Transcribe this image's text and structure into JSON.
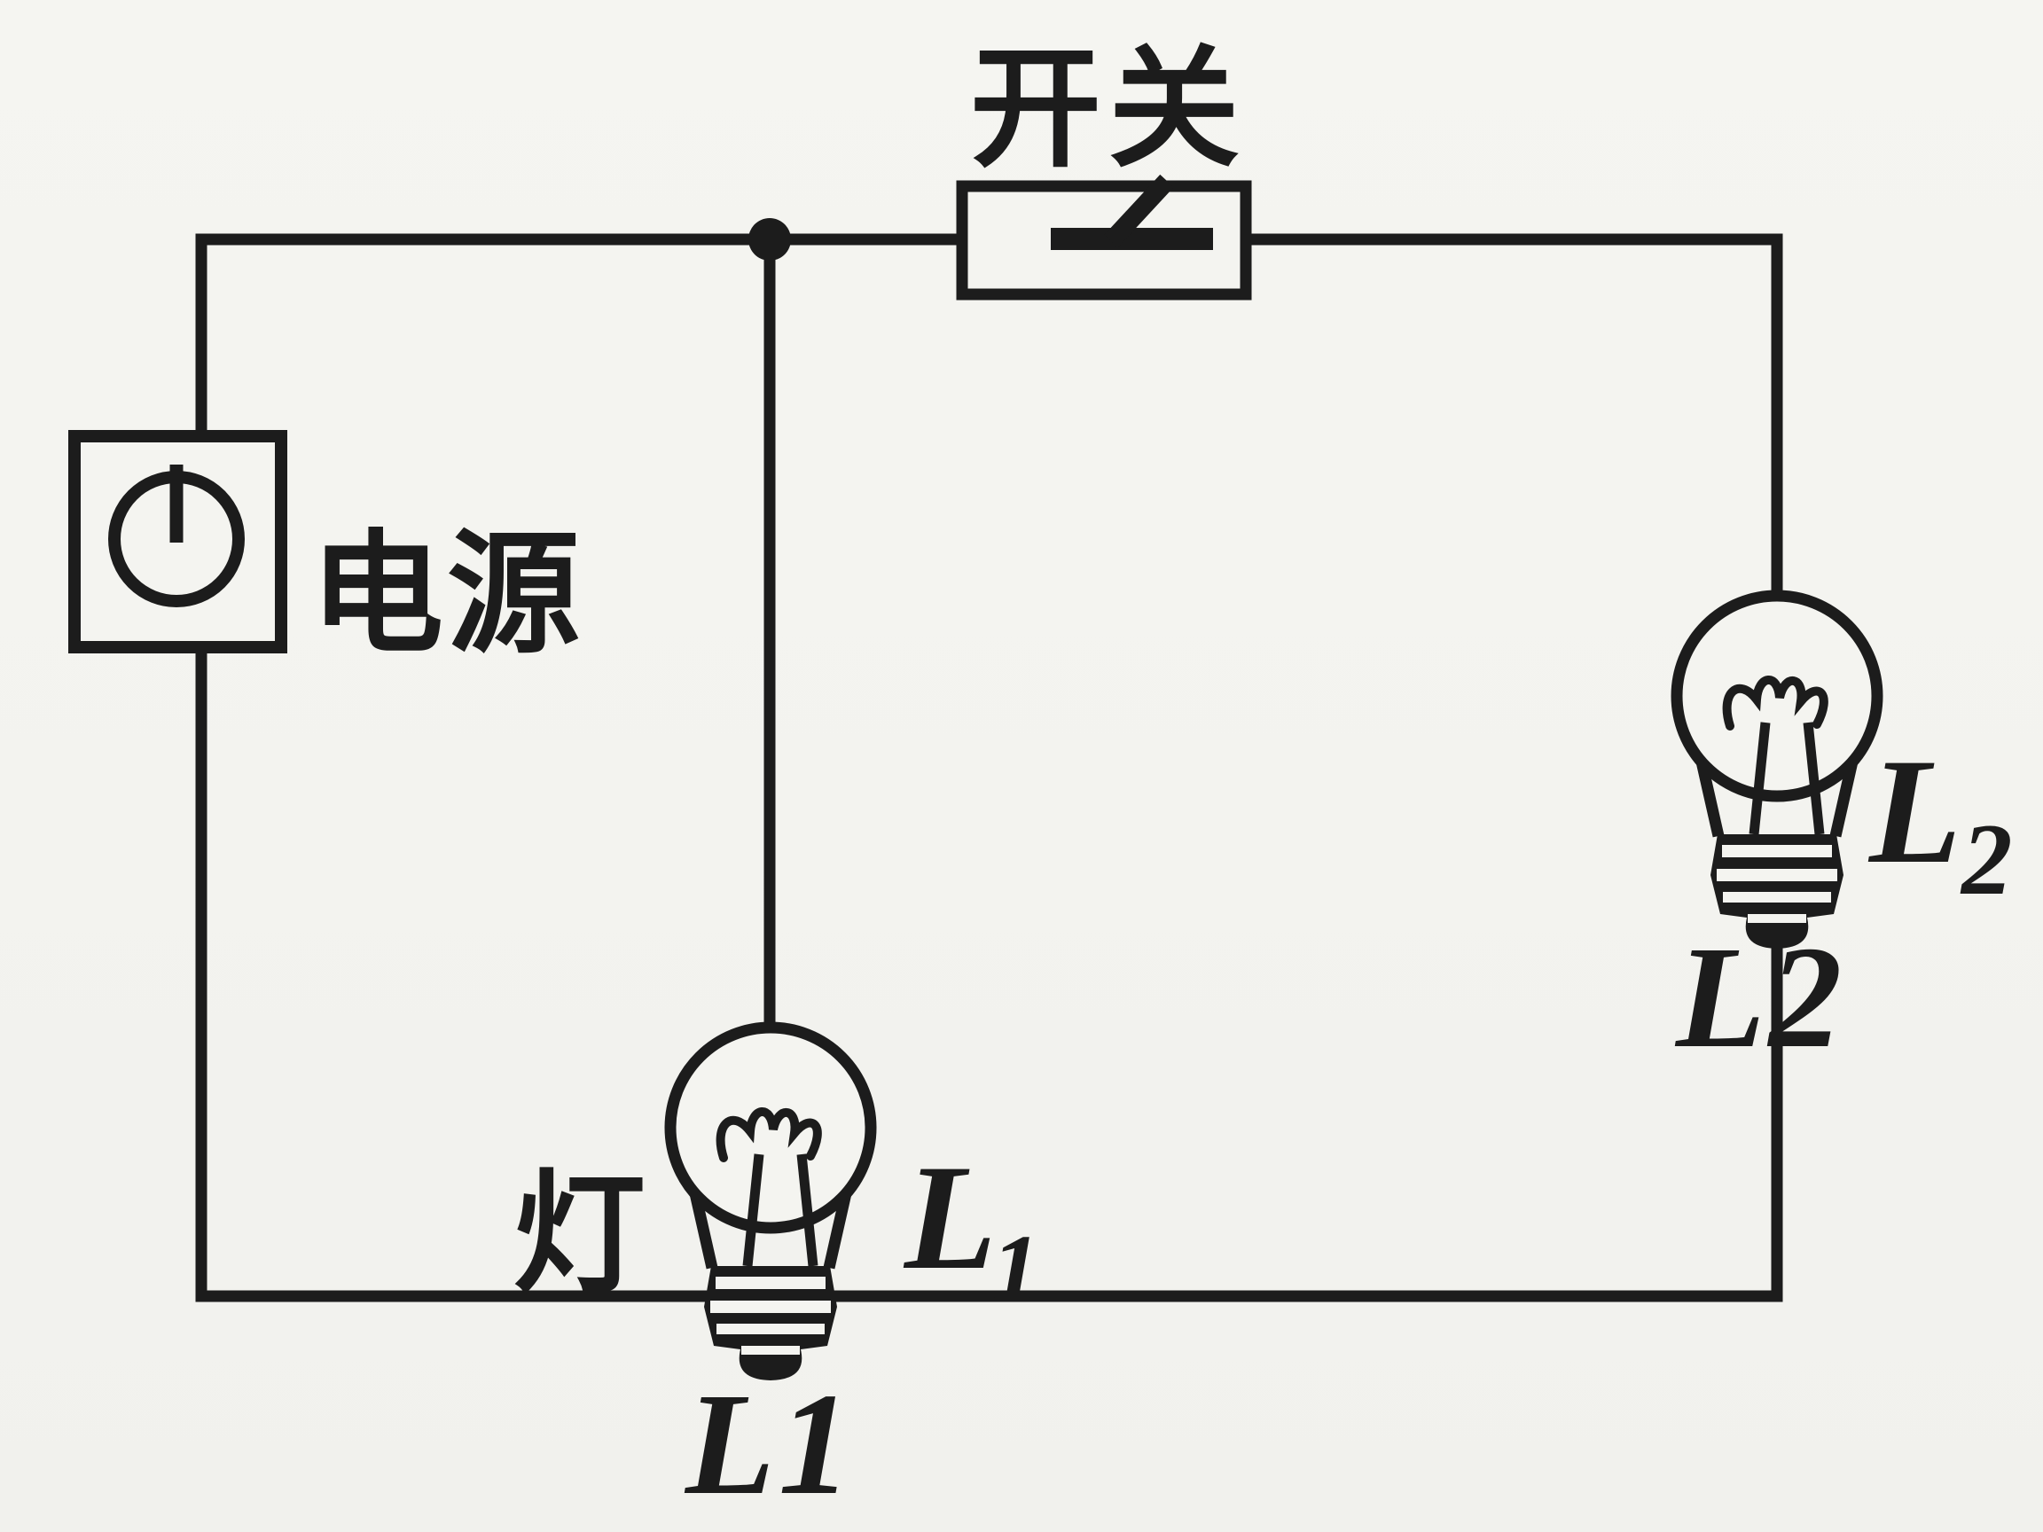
{
  "page": {
    "background_color": "#f4f4f0",
    "ink_color": "#1c1c1c",
    "description": "Scanned textbook circuit diagram: power supply and switch feeding two lamps (L1 in a middle branch, L2 in the right branch) connected in parallel"
  },
  "diagram": {
    "switch": {
      "label": "开关",
      "symbol": "knife-switch in rectangular box"
    },
    "power_supply": {
      "label": "电源",
      "symbol": "square box with circle and vertical stroke"
    },
    "junction": {
      "symbol": "filled junction dot"
    },
    "lamp1": {
      "prefix": "灯",
      "symbol_letter": "L",
      "symbol_subscript": "1",
      "caption": "L1",
      "symbol": "incandescent bulb on bottom wire"
    },
    "lamp2": {
      "symbol_letter": "L",
      "symbol_subscript": "2",
      "caption": "L2",
      "symbol": "incandescent bulb on right wire"
    }
  }
}
